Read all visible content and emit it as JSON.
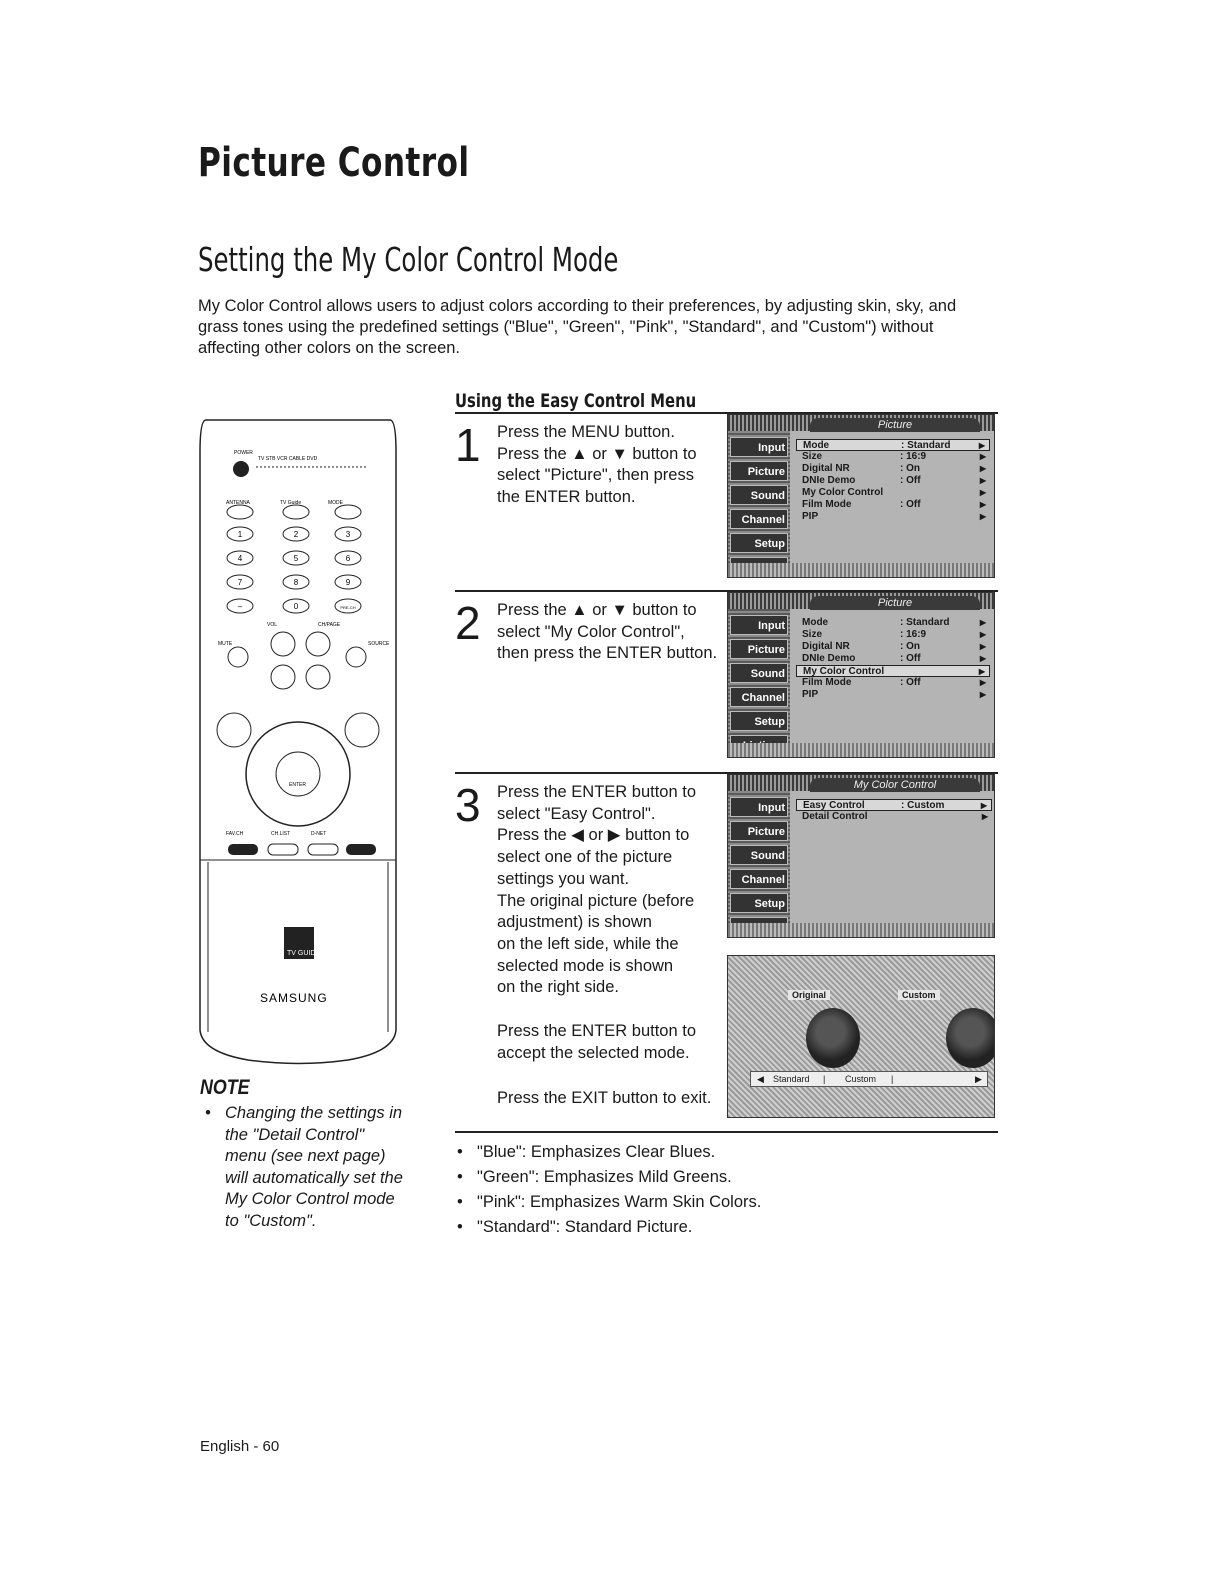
{
  "title": "Picture Control",
  "section_title": "Setting the My Color Control Mode",
  "intro": "My Color Control allows users to adjust colors according to their preferences, by adjusting skin, sky, and grass tones using the predefined settings (\"Blue\", \"Green\", \"Pink\", \"Standard\", and \"Custom\") without affecting other colors on the screen.",
  "remote": {
    "power": "POWER",
    "modes": "TV  STB  VCR  CABLE  DVD",
    "antenna": "ANTENNA",
    "tvguide": "TV Guide",
    "mode": "MODE",
    "keys": [
      "1",
      "2",
      "3",
      "4",
      "5",
      "6",
      "7",
      "8",
      "9",
      "–",
      "0",
      "PRE-CH"
    ],
    "vol": "VOL",
    "chpage": "CH/PAGE",
    "mute": "MUTE",
    "source": "SOURCE",
    "enter": "ENTER",
    "favch": "FAV.CH",
    "chlist": "CH.LIST",
    "dnet": "D-NET",
    "guide_logo": "TV GUIDE",
    "brand": "SAMSUNG"
  },
  "note": {
    "title": "NOTE",
    "bullet": "•",
    "text": "Changing the settings in the \"Detail Control\" menu (see next page) will automatically set the My Color Control mode to \"Custom\"."
  },
  "subhead": "Using the Easy Control Menu",
  "steps": [
    {
      "number": "1",
      "lines": [
        "Press the MENU button.",
        "Press the ▲ or ▼ button to",
        "select \"Picture\", then press",
        "the ENTER button."
      ]
    },
    {
      "number": "2",
      "lines": [
        "Press the ▲ or ▼ button to",
        "select \"My Color Control\",",
        "then press the ENTER button."
      ]
    },
    {
      "number": "3",
      "lines": [
        "Press the ENTER button to",
        "select \"Easy Control\".",
        "Press the ◀ or ▶ button to",
        "select one of the picture",
        "settings you want.",
        "The original picture (before",
        "adjustment) is shown",
        "on the left side, while the",
        "selected mode is shown",
        "on the right side."
      ],
      "accept": "Press the ENTER button to\naccept the selected mode.",
      "exit": "Press the EXIT button to exit."
    }
  ],
  "osd_side": [
    "Input",
    "Picture",
    "Sound",
    "Channel",
    "Setup",
    "Listings"
  ],
  "osd1": {
    "title": "Picture",
    "rows": [
      {
        "k": "Mode",
        "v": ": Standard",
        "sel": true
      },
      {
        "k": "Size",
        "v": ": 16:9"
      },
      {
        "k": "Digital NR",
        "v": ": On"
      },
      {
        "k": "DNIe Demo",
        "v": ": Off"
      },
      {
        "k": "My Color Control",
        "v": ""
      },
      {
        "k": "Film Mode",
        "v": ": Off"
      },
      {
        "k": "PIP",
        "v": ""
      }
    ]
  },
  "osd2": {
    "title": "Picture",
    "rows": [
      {
        "k": "Mode",
        "v": ": Standard"
      },
      {
        "k": "Size",
        "v": ": 16:9"
      },
      {
        "k": "Digital NR",
        "v": ": On"
      },
      {
        "k": "DNIe Demo",
        "v": ": Off"
      },
      {
        "k": "My Color Control",
        "v": "",
        "sel": true
      },
      {
        "k": "Film Mode",
        "v": ": Off"
      },
      {
        "k": "PIP",
        "v": ""
      }
    ]
  },
  "osd3": {
    "title": "My Color Control",
    "rows": [
      {
        "k": "Easy Control",
        "v": ": Custom",
        "sel": true
      },
      {
        "k": "Detail Control",
        "v": ""
      }
    ]
  },
  "preview": {
    "left_label": "Original",
    "right_label": "Custom",
    "bar_left": "◀",
    "bar_standard": "Standard",
    "bar_sep1": "|",
    "bar_custom": "Custom",
    "bar_sep2": "|",
    "bar_right": "▶"
  },
  "bullets": [
    "\"Blue\": Emphasizes Clear Blues.",
    "\"Green\": Emphasizes Mild Greens.",
    "\"Pink\": Emphasizes Warm Skin Colors.",
    "\"Standard\": Standard Picture."
  ],
  "bullet_char": "•",
  "footer": "English - 60"
}
